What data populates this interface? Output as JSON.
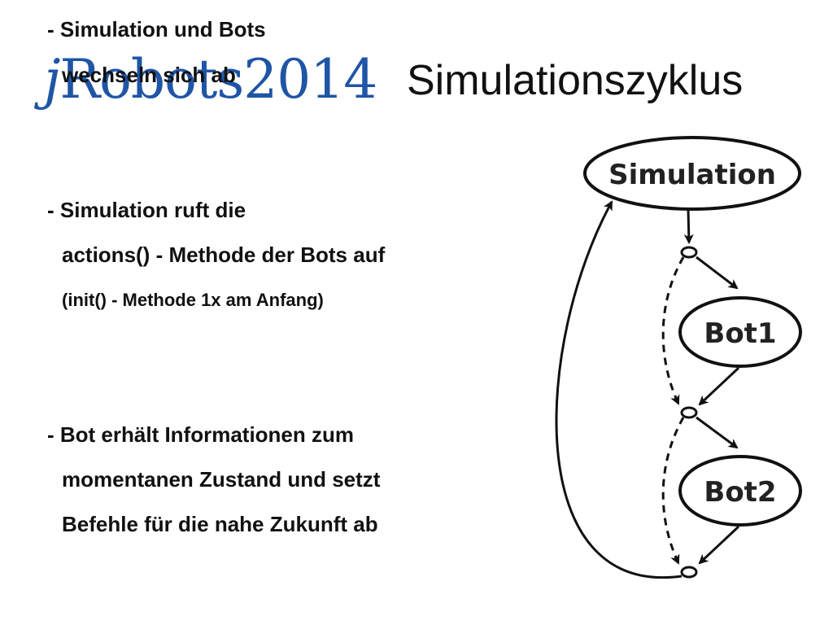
{
  "logo": {
    "text": "jRobots2014",
    "prefix": "j",
    "rest": "Robots2014",
    "color": "#1f55a6"
  },
  "title": "Simulationszyklus",
  "bullets": [
    {
      "lines": [
        "- Simulation und Bots",
        "wechseln sich ab"
      ]
    },
    {
      "lines": [
        "- Simulation ruft die",
        "actions() - Methode der Bots auf",
        "(init() - Methode 1x am Anfang)"
      ]
    },
    {
      "lines": [
        "- Bot erhält Informationen zum",
        "momentanen Zustand und setzt",
        "Befehle für die nahe Zukunft ab"
      ]
    }
  ],
  "diagram": {
    "nodes": [
      {
        "id": "simulation",
        "label": "Simulation",
        "shape": "ellipse"
      },
      {
        "id": "bot1",
        "label": "Bot1",
        "shape": "ellipse"
      },
      {
        "id": "bot2",
        "label": "Bot2",
        "shape": "ellipse"
      }
    ],
    "junctions": 3,
    "edge_styles": {
      "call": "solid",
      "return": "dashed",
      "loop": "solid"
    }
  }
}
